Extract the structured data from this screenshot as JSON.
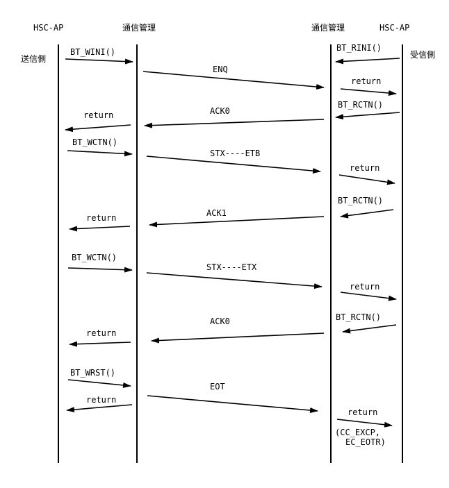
{
  "headers": {
    "left_ap": "HSC-AP",
    "left_comm": "通信管理",
    "right_comm": "通信管理",
    "right_ap": "HSC-AP"
  },
  "side_labels": {
    "sender": "送信側",
    "receiver": "受信側"
  },
  "messages": [
    {
      "label": "BT_WINI()",
      "from": "left_ap",
      "to": "left_comm"
    },
    {
      "label": "BT_RINI()",
      "from": "right_ap",
      "to": "right_comm"
    },
    {
      "label": "ENQ",
      "from": "left_comm",
      "to": "right_comm"
    },
    {
      "label": "return",
      "from": "right_comm",
      "to": "right_ap"
    },
    {
      "label": "BT_RCTN()",
      "from": "right_ap",
      "to": "right_comm"
    },
    {
      "label": "ACK0",
      "from": "right_comm",
      "to": "left_comm"
    },
    {
      "label": "return",
      "from": "left_comm",
      "to": "left_ap"
    },
    {
      "label": "BT_WCTN()",
      "from": "left_ap",
      "to": "left_comm"
    },
    {
      "label": "STX----ETB",
      "from": "left_comm",
      "to": "right_comm"
    },
    {
      "label": "return",
      "from": "right_comm",
      "to": "right_ap"
    },
    {
      "label": "BT_RCTN()",
      "from": "right_ap",
      "to": "right_comm"
    },
    {
      "label": "ACK1",
      "from": "right_comm",
      "to": "left_comm"
    },
    {
      "label": "return",
      "from": "left_comm",
      "to": "left_ap"
    },
    {
      "label": "BT_WCTN()",
      "from": "left_ap",
      "to": "left_comm"
    },
    {
      "label": "STX----ETX",
      "from": "left_comm",
      "to": "right_comm"
    },
    {
      "label": "return",
      "from": "right_comm",
      "to": "right_ap"
    },
    {
      "label": "ACK0",
      "from": "right_comm",
      "to": "left_comm"
    },
    {
      "label": "BT_RCTN()",
      "from": "right_ap",
      "to": "right_comm"
    },
    {
      "label": "return",
      "from": "left_comm",
      "to": "left_ap"
    },
    {
      "label": "BT_WRST()",
      "from": "left_ap",
      "to": "left_comm"
    },
    {
      "label": "return",
      "from": "left_comm",
      "to": "left_ap"
    },
    {
      "label": "EOT",
      "from": "left_comm",
      "to": "right_comm"
    },
    {
      "label": "return",
      "from": "right_comm",
      "to": "right_ap"
    }
  ],
  "final_note": [
    "(CC_EXCP,",
    "EC_EOTR)"
  ]
}
